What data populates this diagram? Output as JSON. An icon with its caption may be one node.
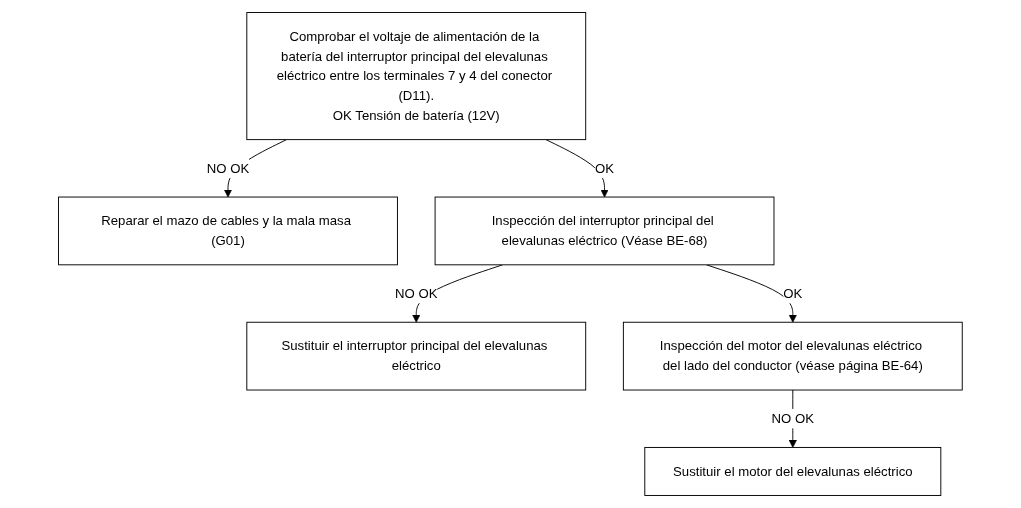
{
  "diagram": {
    "nodes": [
      {
        "text": [
          "Comprobar el voltaje de alimentación de la batería del interruptor principal del elevalunas eléctrico entre los terminales 7 y 4 del conector (D11).",
          "OK Tensión de batería (12V)"
        ]
      },
      {
        "text": [
          "Reparar el mazo de cables y la mala masa (G01)"
        ]
      },
      {
        "text": [
          "Inspección del interruptor principal del elevalunas eléctrico (Véase BE-68)"
        ]
      },
      {
        "text": [
          "Sustituir el interruptor principal del elevalunas eléctrico"
        ]
      },
      {
        "text": [
          "Inspección del motor del elevalunas eléctrico del lado del conductor (véase página BE-64)"
        ]
      },
      {
        "text": [
          "Sustituir el motor del elevalunas eléctrico"
        ]
      }
    ],
    "edges": [
      {
        "from": 0,
        "to": 1,
        "arrow": "to",
        "label": "NO OK"
      },
      {
        "from": 0,
        "to": 2,
        "arrow": "to",
        "label": "OK"
      },
      {
        "from": 2,
        "to": 3,
        "arrow": "to",
        "label": "NO OK"
      },
      {
        "from": 2,
        "to": 4,
        "arrow": "to",
        "label": "OK"
      },
      {
        "from": 4,
        "to": 5,
        "arrow": "to",
        "label": "NO OK"
      }
    ]
  }
}
